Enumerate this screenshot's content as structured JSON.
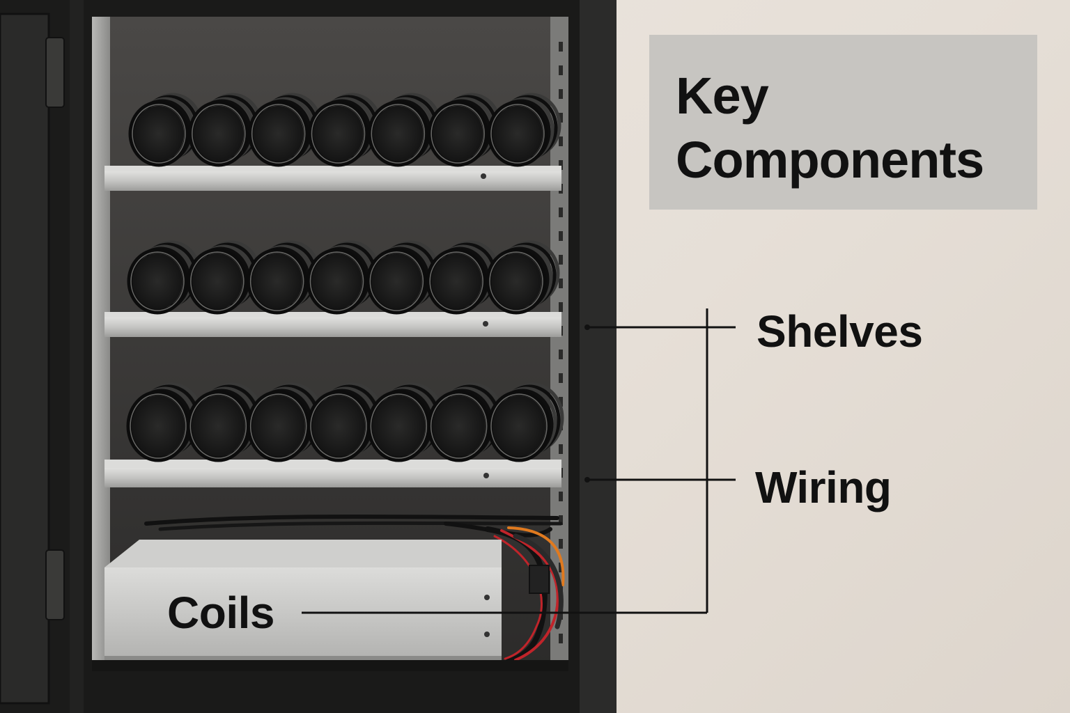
{
  "title": {
    "line1": "Key",
    "line2": "Components"
  },
  "labels": {
    "shelves": "Shelves",
    "wiring": "Wiring",
    "coils": "Coils"
  },
  "colors": {
    "wall": "#e8e1d9",
    "cabinet": "#1f1f1e",
    "interior": "#3a3937",
    "shelf": "#c9c9c7",
    "coil": "#1c1c1c",
    "title_box": "#c7c5c1",
    "leader_line": "#111111",
    "wire_red": "#c0242a",
    "wire_orange": "#e07a1f"
  },
  "coil_rows": [
    {
      "count": 7
    },
    {
      "count": 7
    },
    {
      "count": 7
    }
  ]
}
